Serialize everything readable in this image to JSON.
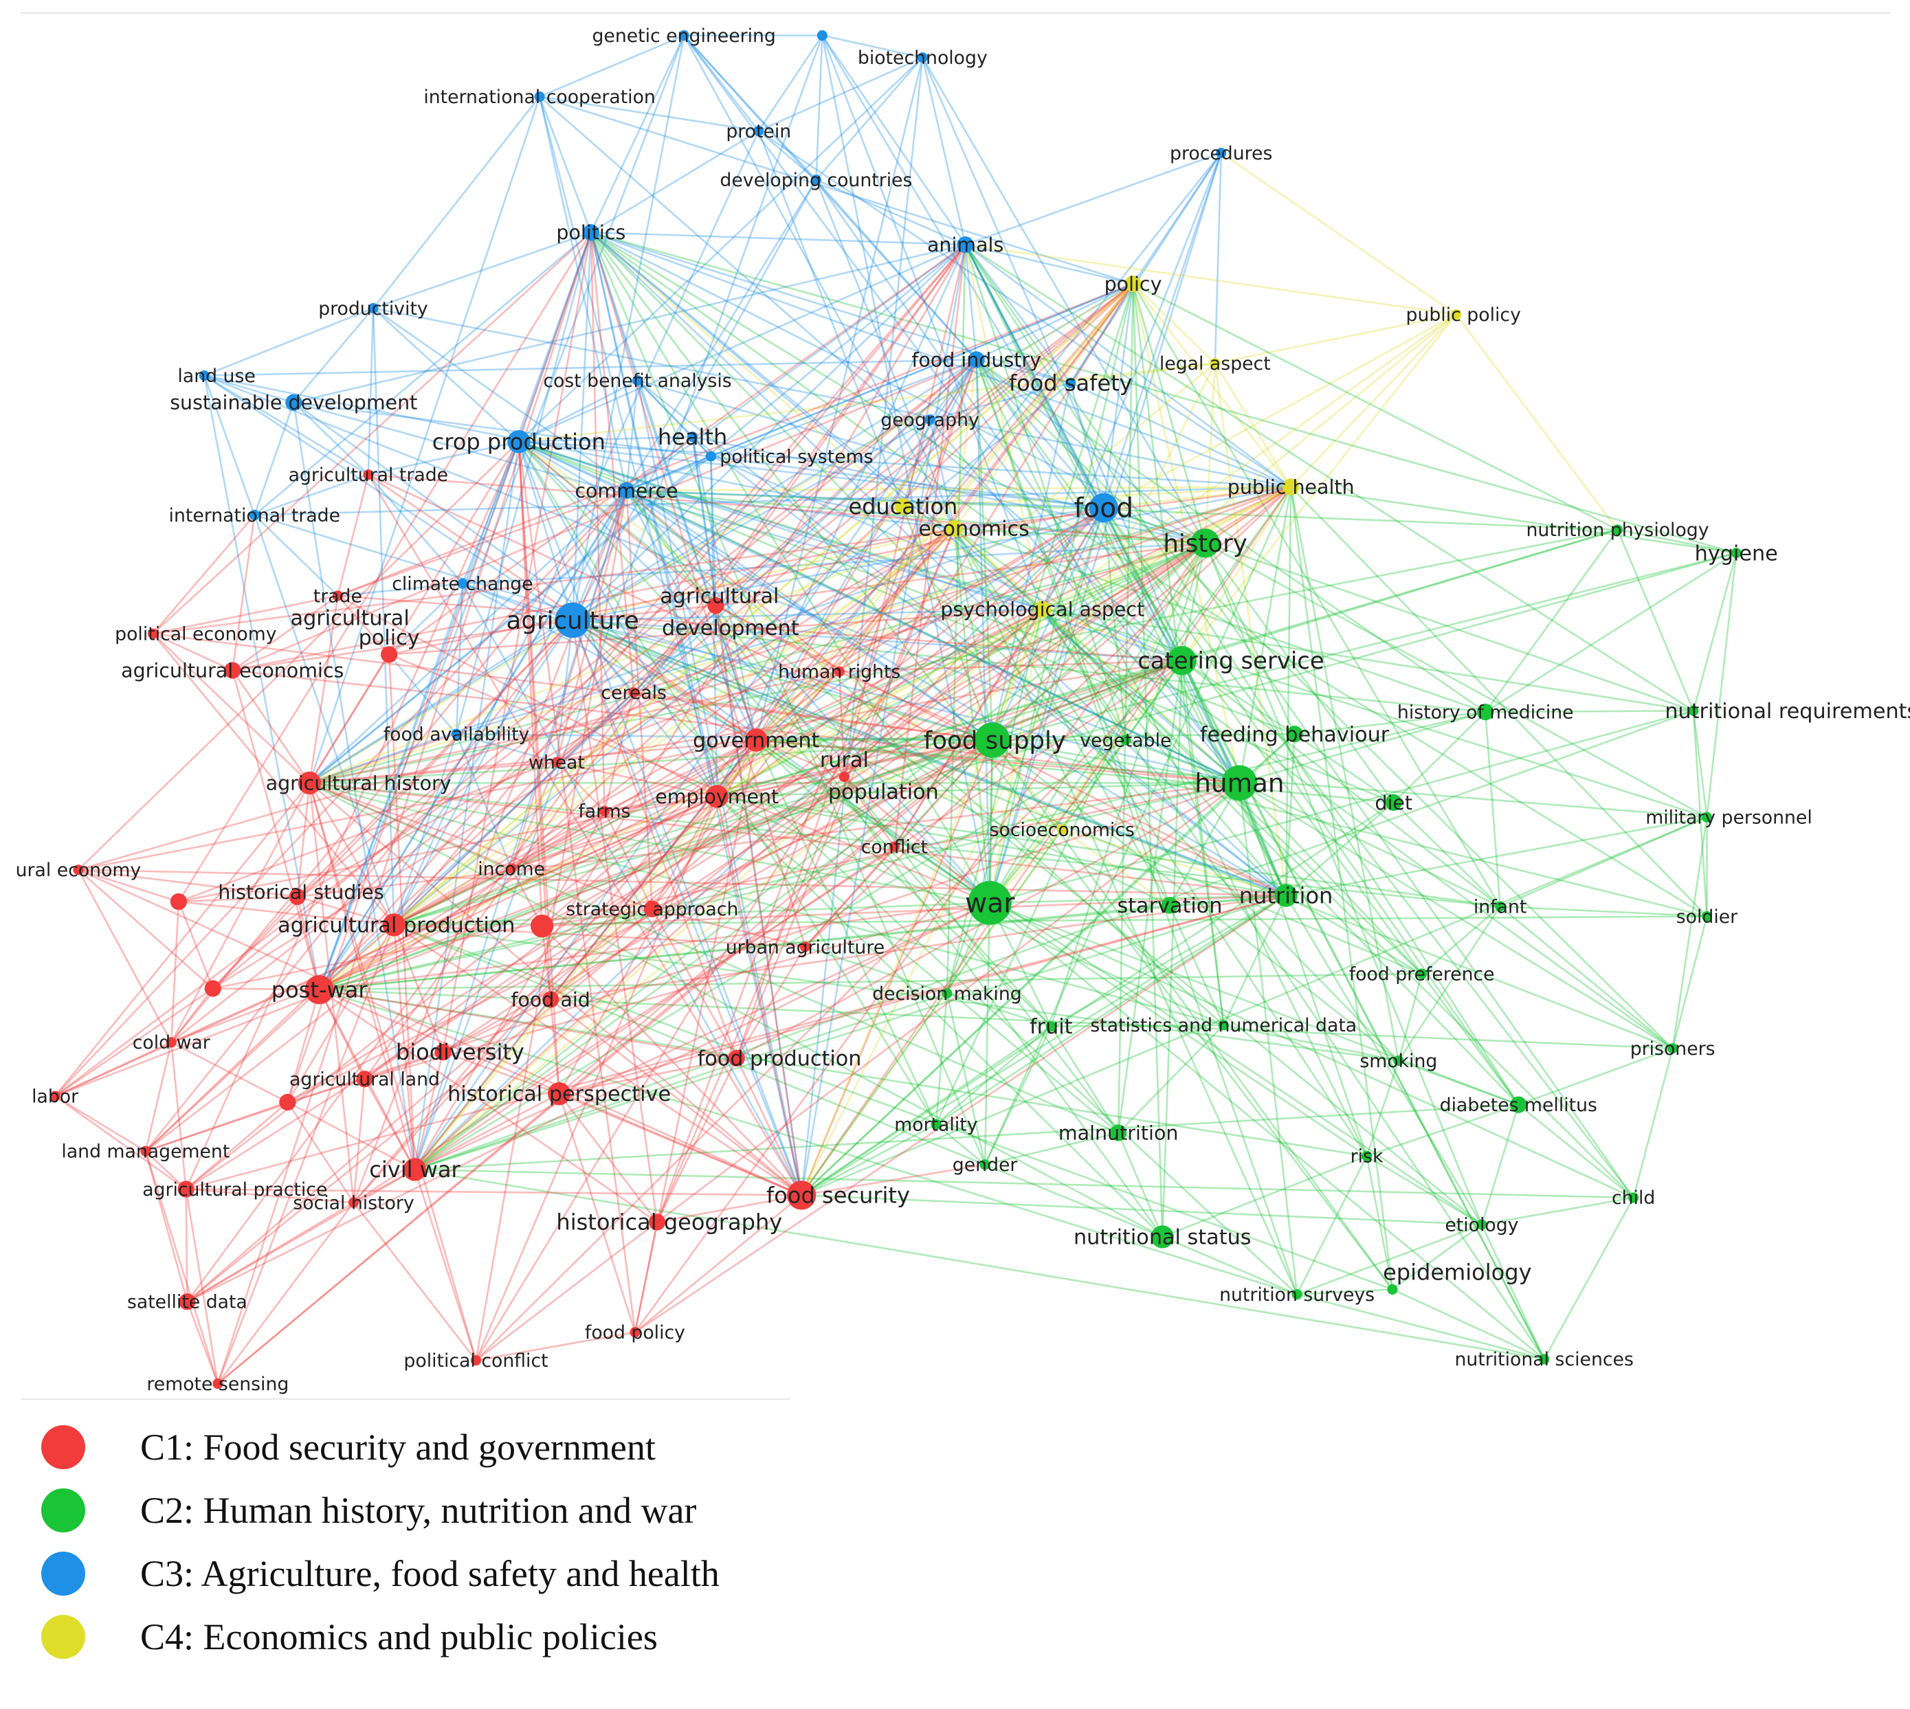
{
  "colors": {
    "C1": "#f23b3b",
    "C2": "#19c437",
    "C3": "#1e90e6",
    "C4": "#dede2a"
  },
  "legend": [
    {
      "cluster": "C1",
      "label": "C1: Food security and government"
    },
    {
      "cluster": "C2",
      "label": "C2: Human history, nutrition and war"
    },
    {
      "cluster": "C3",
      "label": "C3: Agriculture, food safety and health"
    },
    {
      "cluster": "C4",
      "label": "C4: Economics and public policies"
    }
  ],
  "nodes": [
    {
      "label": "genetic engineering",
      "cluster": "C3",
      "size": 2
    },
    {
      "label": "",
      "cluster": "C3",
      "size": 2
    },
    {
      "label": "biotechnology",
      "cluster": "C3",
      "size": 2
    },
    {
      "label": "international cooperation",
      "cluster": "C3",
      "size": 2
    },
    {
      "label": "protein",
      "cluster": "C3",
      "size": 2
    },
    {
      "label": "developing countries",
      "cluster": "C3",
      "size": 2
    },
    {
      "label": "procedures",
      "cluster": "C3",
      "size": 2
    },
    {
      "label": "politics",
      "cluster": "C3",
      "size": 3
    },
    {
      "label": "animals",
      "cluster": "C3",
      "size": 3
    },
    {
      "label": "productivity",
      "cluster": "C3",
      "size": 2
    },
    {
      "label": "land use",
      "cluster": "C3",
      "size": 2
    },
    {
      "label": "sustainable development",
      "cluster": "C3",
      "size": 3
    },
    {
      "label": "cost benefit analysis",
      "cluster": "C3",
      "size": 2
    },
    {
      "label": "food industry",
      "cluster": "C3",
      "size": 3
    },
    {
      "label": "food safety",
      "cluster": "C3",
      "size": 2
    },
    {
      "label": "geography",
      "cluster": "C3",
      "size": 2
    },
    {
      "label": "crop production",
      "cluster": "C3",
      "size": 4
    },
    {
      "label": "health",
      "cluster": "C3",
      "size": 2
    },
    {
      "label": "political systems",
      "cluster": "C3",
      "size": 2
    },
    {
      "label": "international trade",
      "cluster": "C3",
      "size": 2
    },
    {
      "label": "commerce",
      "cluster": "C3",
      "size": 3
    },
    {
      "label": "food",
      "cluster": "C3",
      "size": 5
    },
    {
      "label": "climate change",
      "cluster": "C3",
      "size": 2
    },
    {
      "label": "agriculture",
      "cluster": "C3",
      "size": 6
    },
    {
      "label": "food availability",
      "cluster": "C3",
      "size": 2
    },
    {
      "label": "policy",
      "cluster": "C4",
      "size": 3
    },
    {
      "label": "public policy",
      "cluster": "C4",
      "size": 2
    },
    {
      "label": "legal aspect",
      "cluster": "C4",
      "size": 2
    },
    {
      "label": "public health",
      "cluster": "C4",
      "size": 3
    },
    {
      "label": "education",
      "cluster": "C4",
      "size": 3
    },
    {
      "label": "economics",
      "cluster": "C4",
      "size": 3
    },
    {
      "label": "psychological aspect",
      "cluster": "C4",
      "size": 3
    },
    {
      "label": "socioeconomics",
      "cluster": "C4",
      "size": 2
    },
    {
      "label": "history",
      "cluster": "C2",
      "size": 5
    },
    {
      "label": "catering service",
      "cluster": "C2",
      "size": 5
    },
    {
      "label": "food supply",
      "cluster": "C2",
      "size": 6
    },
    {
      "label": "vegetable",
      "cluster": "C2",
      "size": 2
    },
    {
      "label": "feeding behaviour",
      "cluster": "C2",
      "size": 3
    },
    {
      "label": "human",
      "cluster": "C2",
      "size": 6
    },
    {
      "label": "war",
      "cluster": "C2",
      "size": 7
    },
    {
      "label": "starvation",
      "cluster": "C2",
      "size": 3
    },
    {
      "label": "nutrition",
      "cluster": "C2",
      "size": 4
    },
    {
      "label": "diet",
      "cluster": "C2",
      "size": 3
    },
    {
      "label": "nutrition physiology",
      "cluster": "C2",
      "size": 2
    },
    {
      "label": "hygiene",
      "cluster": "C2",
      "size": 2
    },
    {
      "label": "history of medicine",
      "cluster": "C2",
      "size": 3
    },
    {
      "label": "nutritional requirements",
      "cluster": "C2",
      "size": 2
    },
    {
      "label": "military personnel",
      "cluster": "C2",
      "size": 2
    },
    {
      "label": "infant",
      "cluster": "C2",
      "size": 2
    },
    {
      "label": "soldier",
      "cluster": "C2",
      "size": 2
    },
    {
      "label": "food preference",
      "cluster": "C2",
      "size": 2
    },
    {
      "label": "decision making",
      "cluster": "C2",
      "size": 2
    },
    {
      "label": "fruit",
      "cluster": "C2",
      "size": 2
    },
    {
      "label": "statistics and numerical data",
      "cluster": "C2",
      "size": 2
    },
    {
      "label": "smoking",
      "cluster": "C2",
      "size": 2
    },
    {
      "label": "prisoners",
      "cluster": "C2",
      "size": 2
    },
    {
      "label": "diabetes mellitus",
      "cluster": "C2",
      "size": 3
    },
    {
      "label": "mortality",
      "cluster": "C2",
      "size": 2
    },
    {
      "label": "malnutrition",
      "cluster": "C2",
      "size": 3
    },
    {
      "label": "gender",
      "cluster": "C2",
      "size": 2
    },
    {
      "label": "risk",
      "cluster": "C2",
      "size": 2
    },
    {
      "label": "child",
      "cluster": "C2",
      "size": 2
    },
    {
      "label": "etiology",
      "cluster": "C2",
      "size": 2
    },
    {
      "label": "nutritional status",
      "cluster": "C2",
      "size": 4
    },
    {
      "label": "epidemiology",
      "cluster": "C2",
      "size": 2
    },
    {
      "label": "nutrition surveys",
      "cluster": "C2",
      "size": 2
    },
    {
      "label": "nutritional sciences",
      "cluster": "C2",
      "size": 2
    },
    {
      "label": "agricultural trade",
      "cluster": "C1",
      "size": 2
    },
    {
      "label": "trade",
      "cluster": "C1",
      "size": 2
    },
    {
      "label": "political economy",
      "cluster": "C1",
      "size": 2
    },
    {
      "label": "agricultural economics",
      "cluster": "C1",
      "size": 3
    },
    {
      "label": "agricultural policy",
      "cluster": "C1",
      "size": 3
    },
    {
      "label": "agricultural development",
      "cluster": "C1",
      "size": 3
    },
    {
      "label": "human rights",
      "cluster": "C1",
      "size": 2
    },
    {
      "label": "cereals",
      "cluster": "C1",
      "size": 2
    },
    {
      "label": "government",
      "cluster": "C1",
      "size": 4
    },
    {
      "label": "rural population",
      "cluster": "C1",
      "size": 2
    },
    {
      "label": "agricultural history",
      "cluster": "C1",
      "size": 4
    },
    {
      "label": "wheat",
      "cluster": "C1",
      "size": 2
    },
    {
      "label": "farms",
      "cluster": "C1",
      "size": 2
    },
    {
      "label": "employment",
      "cluster": "C1",
      "size": 4
    },
    {
      "label": "conflict",
      "cluster": "C1",
      "size": 2
    },
    {
      "label": "ural economy",
      "cluster": "C1",
      "size": 2
    },
    {
      "label": "income",
      "cluster": "C1",
      "size": 2
    },
    {
      "label": "",
      "cluster": "C1",
      "size": 3
    },
    {
      "label": "historical studies",
      "cluster": "C1",
      "size": 3
    },
    {
      "label": "agricultural production",
      "cluster": "C1",
      "size": 4
    },
    {
      "label": "",
      "cluster": "C1",
      "size": 4
    },
    {
      "label": "strategic approach",
      "cluster": "C1",
      "size": 3
    },
    {
      "label": "urban agriculture",
      "cluster": "C1",
      "size": 2
    },
    {
      "label": "",
      "cluster": "C1",
      "size": 3
    },
    {
      "label": "post-war",
      "cluster": "C1",
      "size": 5
    },
    {
      "label": "food aid",
      "cluster": "C1",
      "size": 3
    },
    {
      "label": "cold war",
      "cluster": "C1",
      "size": 2
    },
    {
      "label": "biodiversity",
      "cluster": "C1",
      "size": 3
    },
    {
      "label": "food production",
      "cluster": "C1",
      "size": 3
    },
    {
      "label": "agricultural land",
      "cluster": "C1",
      "size": 3
    },
    {
      "label": "historical perspective",
      "cluster": "C1",
      "size": 4
    },
    {
      "label": "labor",
      "cluster": "C1",
      "size": 2
    },
    {
      "label": "",
      "cluster": "C1",
      "size": 3
    },
    {
      "label": "land management",
      "cluster": "C1",
      "size": 2
    },
    {
      "label": "civil war",
      "cluster": "C1",
      "size": 4
    },
    {
      "label": "agricultural practice",
      "cluster": "C1",
      "size": 3
    },
    {
      "label": "social history",
      "cluster": "C1",
      "size": 2
    },
    {
      "label": "food security",
      "cluster": "C1",
      "size": 5
    },
    {
      "label": "historical geography",
      "cluster": "C1",
      "size": 3
    },
    {
      "label": "satellite data",
      "cluster": "C1",
      "size": 3
    },
    {
      "label": "food policy",
      "cluster": "C1",
      "size": 2
    },
    {
      "label": "political conflict",
      "cluster": "C1",
      "size": 2
    },
    {
      "label": "remote sensing",
      "cluster": "C1",
      "size": 2
    }
  ]
}
